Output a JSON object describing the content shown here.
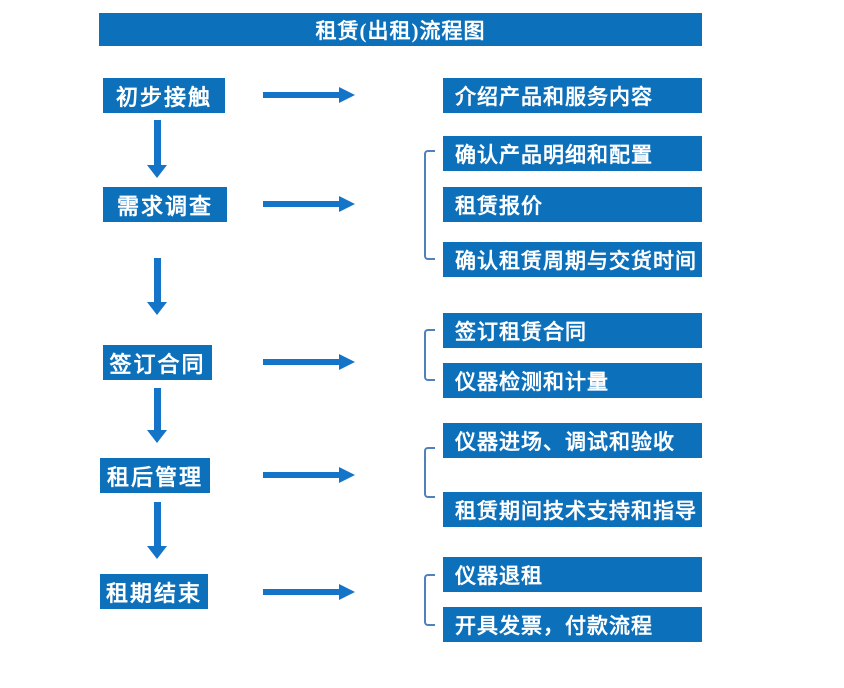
{
  "title": "租赁(出租)流程图",
  "colors": {
    "primary_blue": "#0c70bb",
    "arrow_blue": "#1474c8",
    "bracket_blue": "#4f81bd",
    "text_white": "#ffffff"
  },
  "steps": [
    {
      "label": "初步接触",
      "details": [
        "介绍产品和服务内容"
      ]
    },
    {
      "label": "需求调查",
      "details": [
        "确认产品明细和配置",
        "租赁报价",
        "确认租赁周期与交货时间"
      ]
    },
    {
      "label": "签订合同",
      "details": [
        "签订租赁合同",
        "仪器检测和计量"
      ]
    },
    {
      "label": "租后管理",
      "details": [
        "仪器进场、调试和验收",
        "租赁期间技术支持和指导"
      ]
    },
    {
      "label": "租期结束",
      "details": [
        "仪器退租",
        "开具发票，付款流程"
      ]
    }
  ]
}
